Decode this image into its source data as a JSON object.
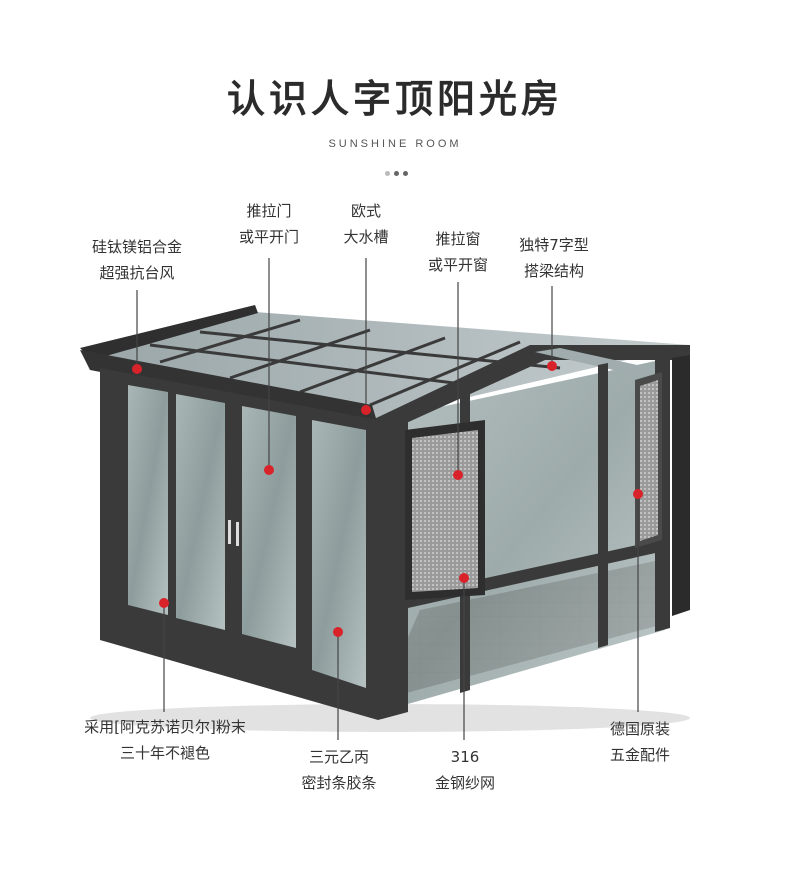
{
  "header": {
    "title": "认识人字顶阳光房",
    "subtitle": "SUNSHINE ROOM"
  },
  "labels": {
    "frame": [
      "硅钛镁铝合金",
      "超强抗台风"
    ],
    "sliding_door": [
      "推拉门",
      "或平开门"
    ],
    "gutter": [
      "欧式",
      "大水槽"
    ],
    "window": [
      "推拉窗",
      "或平开窗"
    ],
    "beam": [
      "独特7字型",
      "搭梁结构"
    ],
    "powder": [
      "采用[阿克苏诺贝尔]粉末",
      "三十年不褪色"
    ],
    "seal": [
      "三元乙丙",
      "密封条胶条"
    ],
    "screen": [
      "316",
      "金钢纱网"
    ],
    "hardware": [
      "德国原装",
      "五金配件"
    ]
  },
  "colors": {
    "frame": "#3a3a3a",
    "glass": "#8c9a9a",
    "marker": "#d8232a",
    "floor": "#5a4d44"
  }
}
